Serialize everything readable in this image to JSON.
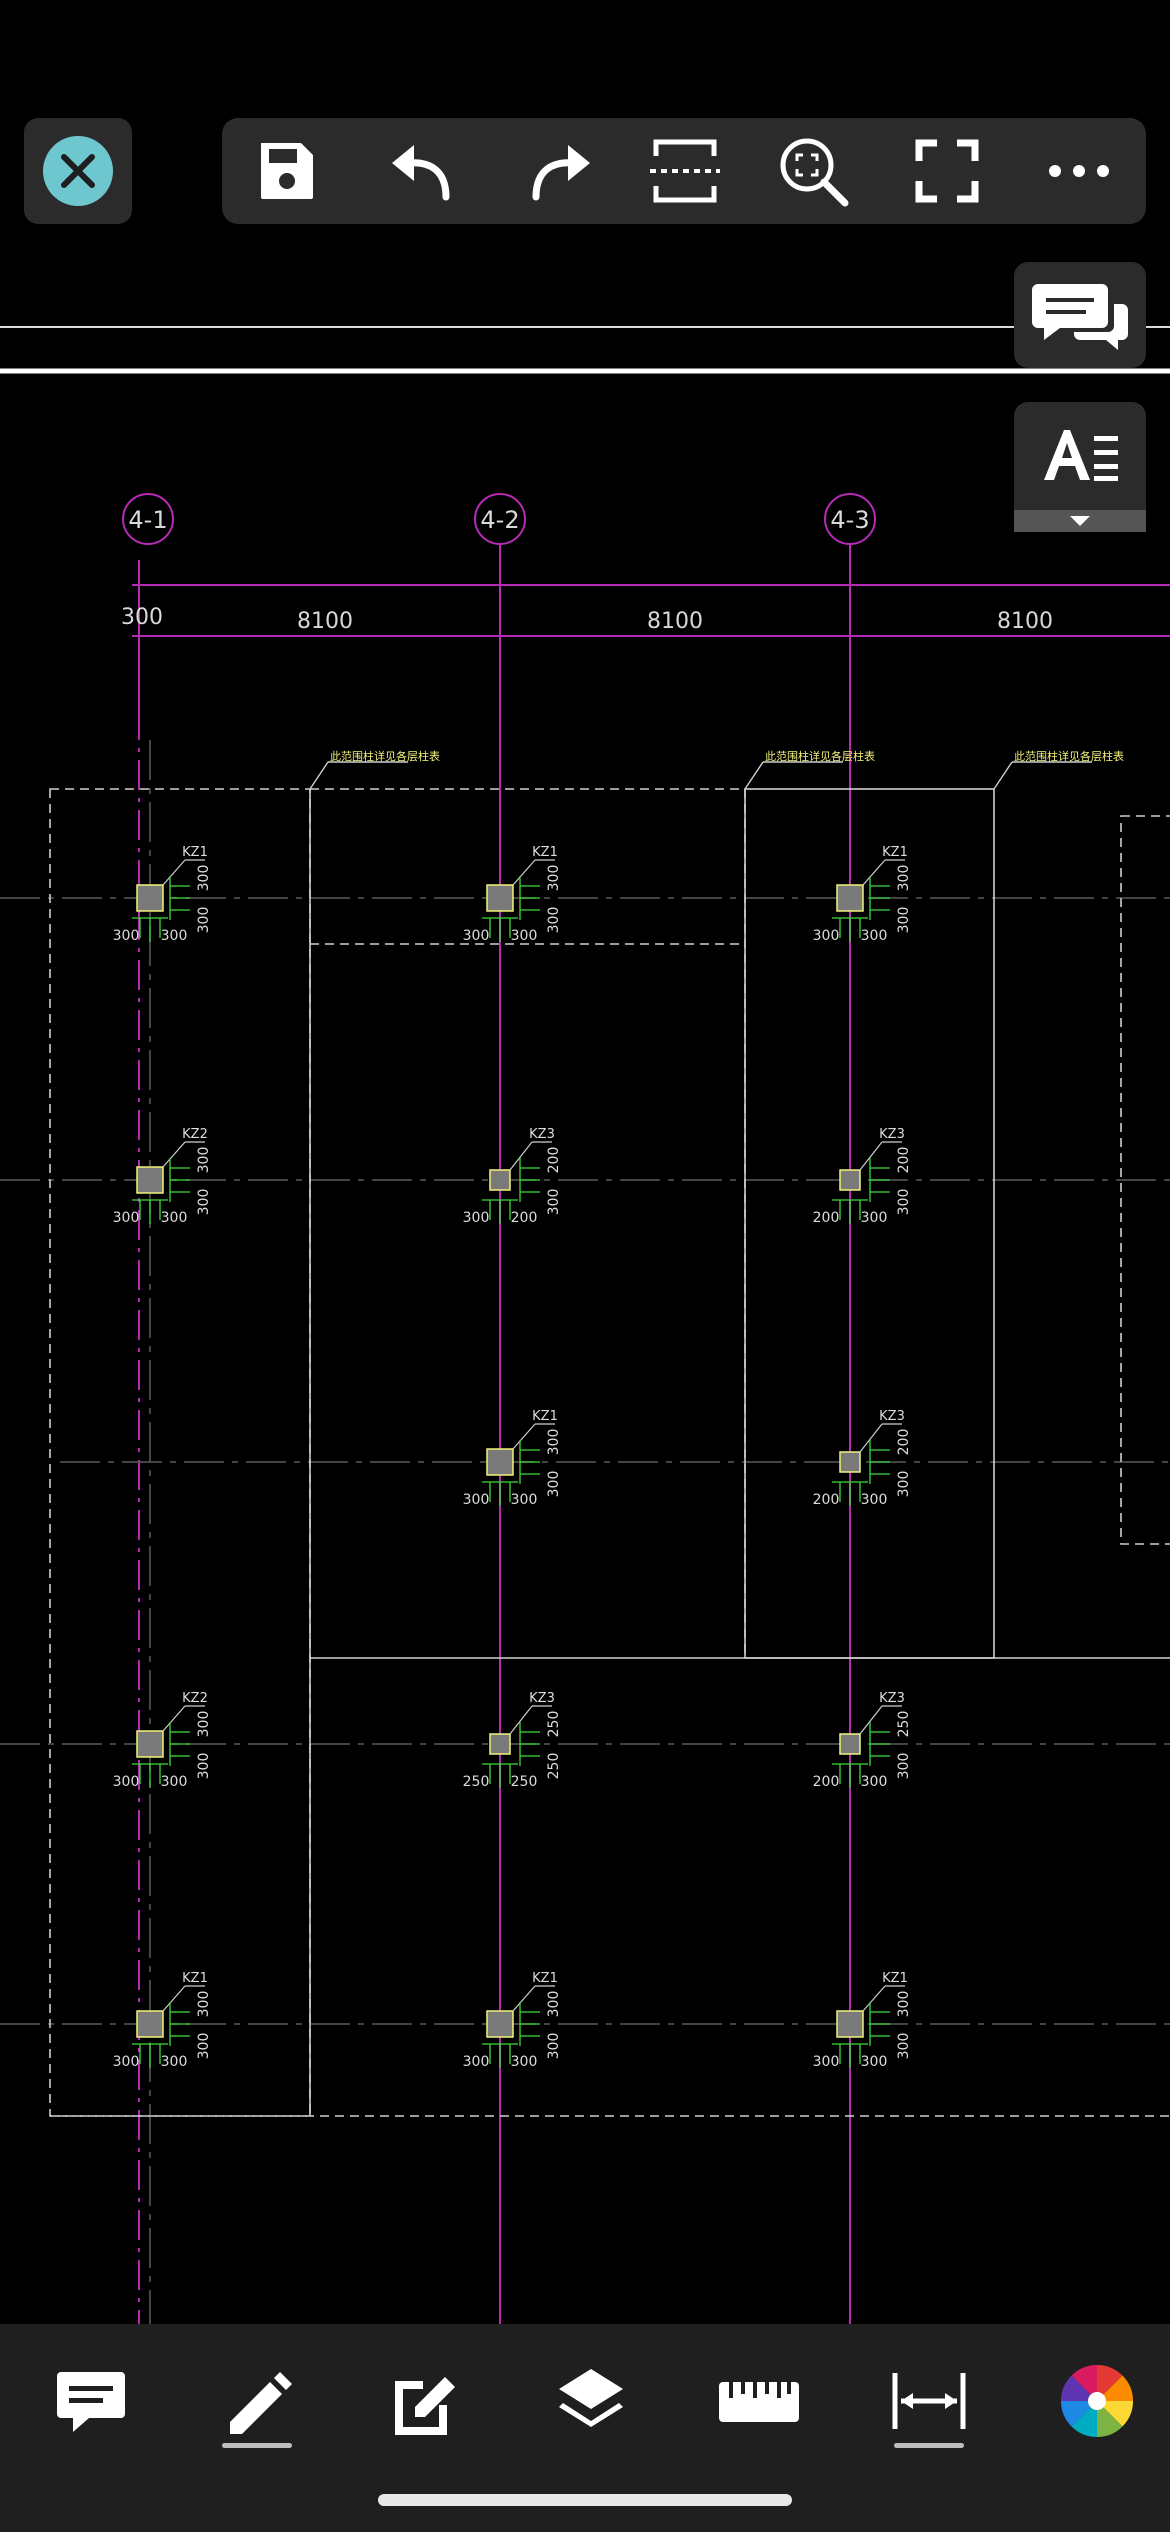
{
  "toolbar": {
    "close": "close-icon",
    "save": "save-icon",
    "undo": "undo-icon",
    "redo": "redo-icon",
    "section": "section-icon",
    "zoom_extents": "zoom-extents-icon",
    "fullscreen": "fullscreen-icon",
    "more": "more-icon"
  },
  "side": {
    "comments": "comments-icon",
    "text_style": "text-style-icon"
  },
  "bottom": {
    "annotate": "comment-icon",
    "draw": "pencil-icon",
    "edit": "edit-icon",
    "layers": "layers-icon",
    "measure": "ruler-icon",
    "dimension": "dimension-icon",
    "color": "color-wheel-icon"
  },
  "drawing": {
    "axes": [
      "4-1",
      "4-2",
      "4-3"
    ],
    "dims": [
      "300",
      "8100",
      "8100",
      "8100"
    ],
    "notes": [
      "此范围柱详见各层柱表",
      "此范围柱详见各层柱表",
      "此范围柱详见各层柱表"
    ],
    "columns": [
      {
        "label": "KZ1",
        "l": "300",
        "r": "300",
        "t": "300",
        "b": "300"
      },
      {
        "label": "KZ1",
        "l": "300",
        "r": "300",
        "t": "300",
        "b": "300"
      },
      {
        "label": "KZ1",
        "l": "300",
        "r": "300",
        "t": "300",
        "b": "300"
      },
      {
        "label": "KZ2",
        "l": "300",
        "r": "300",
        "t": "300",
        "b": "300"
      },
      {
        "label": "KZ3",
        "l": "300",
        "r": "200",
        "t": "200",
        "b": "300"
      },
      {
        "label": "KZ3",
        "l": "200",
        "r": "300",
        "t": "200",
        "b": "300"
      },
      {
        "label": "KZ1",
        "l": "300",
        "r": "300",
        "t": "300",
        "b": "300"
      },
      {
        "label": "KZ3",
        "l": "200",
        "r": "300",
        "t": "200",
        "b": "300"
      },
      {
        "label": "KZ2",
        "l": "300",
        "r": "300",
        "t": "300",
        "b": "300"
      },
      {
        "label": "KZ3",
        "l": "250",
        "r": "250",
        "t": "250",
        "b": "250"
      },
      {
        "label": "KZ3",
        "l": "200",
        "r": "300",
        "t": "250",
        "b": "300"
      },
      {
        "label": "KZ1",
        "l": "300",
        "r": "300",
        "t": "300",
        "b": "300"
      },
      {
        "label": "KZ1",
        "l": "300",
        "r": "300",
        "t": "300",
        "b": "300"
      },
      {
        "label": "KZ1",
        "l": "300",
        "r": "300",
        "t": "300",
        "b": "300"
      }
    ]
  },
  "colors": {
    "magenta": "#b52bb5",
    "cyan_close": "#6ec6cf",
    "column_fill": "#7a7a7a",
    "green": "#3ddc3d",
    "yellow": "#f2f27a"
  }
}
